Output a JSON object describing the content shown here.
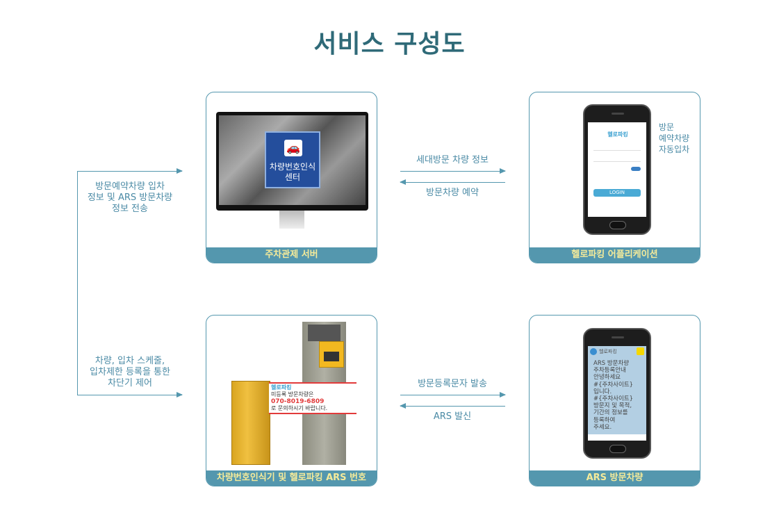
{
  "title": "서비스 구성도",
  "cards": {
    "server": {
      "label": "주차관제 서버",
      "screen_badge": "차량번호인식센터"
    },
    "app": {
      "label": "헬로파킹 어플리케이션",
      "side_text": [
        "방문",
        "예약차량",
        "자동입차"
      ],
      "app_name": "헬로파킹",
      "login_button": "LOGIN"
    },
    "barrier": {
      "label": "차량번호인식기 및 헬로파킹 ARS 번호",
      "sign_brand": "헬로파킹",
      "sign_text": "미등록 방문차량은",
      "sign_phone": "070-8019-6809",
      "sign_suffix": "로 문의하시기 바랍니다."
    },
    "ars": {
      "label": "ARS 방문차량",
      "chat_name": "헬로파킹",
      "message": [
        "ARS 방문차량",
        "주차등록안내",
        "안녕하세요",
        "#{주차사이트}",
        "입니다.",
        "#{주차사이트}",
        "방문지 및 목적,",
        "기간의 정보를",
        "등록하여",
        "주세요."
      ]
    }
  },
  "arrows": {
    "left_top": [
      "방문예약차량 입차",
      "정보 및 ARS 방문차량",
      "정보 전송"
    ],
    "left_bottom": [
      "차량, 입차 스케줄,",
      "입차제한 등록을 통한",
      "차단기 제어"
    ],
    "mid_top_right": "세대방문 차량 정보",
    "mid_top_left": "방문차량 예약",
    "mid_bottom_right": "방문등록문자 발송",
    "mid_bottom_left": "ARS 발신"
  },
  "colors": {
    "accent": "#5497ae",
    "title": "#2f6a78",
    "bar_text": "#f5eb9a"
  }
}
